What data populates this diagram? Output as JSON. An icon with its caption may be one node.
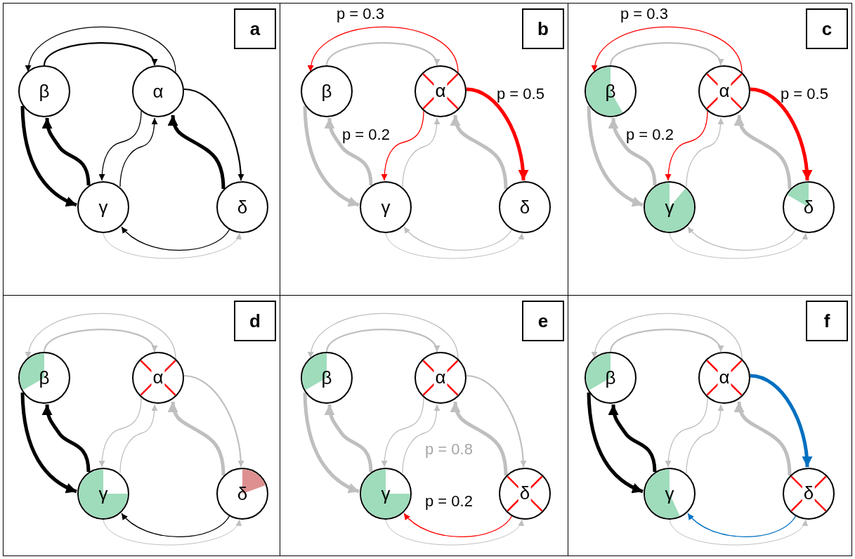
{
  "diagram": {
    "nodes": [
      {
        "text": [],
        "shape": "box"
      },
      {
        "text": [
          "a"
        ],
        "in": 0
      },
      {
        "text": [
          "β"
        ],
        "in": 0
      },
      {
        "text": [
          "α"
        ],
        "in": 0
      },
      {
        "text": [
          "γ"
        ],
        "in": 0
      },
      {
        "text": [
          "δ"
        ],
        "in": 0
      },
      {
        "text": [],
        "shape": "box"
      },
      {
        "text": [
          "b"
        ],
        "in": 6
      },
      {
        "text": [
          "β"
        ],
        "in": 6
      },
      {
        "text": [
          "α"
        ],
        "in": 6
      },
      {
        "text": [
          "γ"
        ],
        "in": 6
      },
      {
        "text": [
          "δ"
        ],
        "in": 6
      },
      {
        "text": [],
        "shape": "box"
      },
      {
        "text": [
          "c"
        ],
        "in": 12
      },
      {
        "text": [
          "β"
        ],
        "in": 12
      },
      {
        "text": [
          "α"
        ],
        "in": 12
      },
      {
        "text": [
          "γ"
        ],
        "in": 12
      },
      {
        "text": [
          "δ"
        ],
        "in": 12
      },
      {
        "text": [],
        "shape": "box"
      },
      {
        "text": [
          "d"
        ],
        "in": 18
      },
      {
        "text": [
          "β"
        ],
        "in": 18
      },
      {
        "text": [
          "α"
        ],
        "in": 18
      },
      {
        "text": [
          "γ"
        ],
        "in": 18
      },
      {
        "text": [
          "δ"
        ],
        "in": 18
      },
      {
        "text": [],
        "shape": "box"
      },
      {
        "text": [
          "e"
        ],
        "in": 24
      },
      {
        "text": [
          "β"
        ],
        "in": 24
      },
      {
        "text": [
          "α"
        ],
        "in": 24
      },
      {
        "text": [
          "γ"
        ],
        "in": 24
      },
      {
        "text": [
          "δ"
        ],
        "in": 24
      },
      {
        "text": [],
        "shape": "box"
      },
      {
        "text": [
          "f"
        ],
        "in": 30
      },
      {
        "text": [
          "β"
        ],
        "in": 30
      },
      {
        "text": [
          "α"
        ],
        "in": 30
      },
      {
        "text": [
          "γ"
        ],
        "in": 30
      },
      {
        "text": [
          "δ"
        ],
        "in": 30
      }
    ],
    "edges": [
      {
        "from": 2,
        "to": 3,
        "arrow": "to",
        "color": "#000000"
      },
      {
        "from": 3,
        "to": 2,
        "arrow": "to",
        "color": "#000000"
      },
      {
        "from": 2,
        "to": 4,
        "arrow": "to",
        "style": "thick",
        "color": "#000000"
      },
      {
        "from": 4,
        "to": 2,
        "arrow": "to",
        "style": "thick",
        "color": "#000000"
      },
      {
        "from": 3,
        "to": 4,
        "arrow": "to",
        "color": "#000000"
      },
      {
        "from": 4,
        "to": 3,
        "arrow": "to",
        "color": "#000000"
      },
      {
        "from": 3,
        "to": 5,
        "arrow": "to",
        "color": "#000000"
      },
      {
        "from": 5,
        "to": 3,
        "arrow": "to",
        "style": "thick",
        "color": "#000000"
      },
      {
        "from": 4,
        "to": 5,
        "arrow": "to"
      },
      {
        "from": 5,
        "to": 4,
        "arrow": "to",
        "color": "#000000"
      },
      {
        "from": 8,
        "to": 9,
        "arrow": "to"
      },
      {
        "from": 9,
        "to": 8,
        "arrow": "to",
        "label": "p = 0.3",
        "color": "#ff0000"
      },
      {
        "from": 8,
        "to": 10,
        "arrow": "to",
        "style": "thick"
      },
      {
        "from": 10,
        "to": 8,
        "arrow": "to",
        "style": "thick"
      },
      {
        "from": 9,
        "to": 10,
        "arrow": "to",
        "label": "p = 0.2",
        "color": "#ff0000"
      },
      {
        "from": 10,
        "to": 9,
        "arrow": "to"
      },
      {
        "from": 9,
        "to": 11,
        "arrow": "to",
        "label": "p = 0.5",
        "style": "thick",
        "color": "#ff0000"
      },
      {
        "from": 11,
        "to": 9,
        "arrow": "to",
        "style": "thick"
      },
      {
        "from": 10,
        "to": 11,
        "arrow": "to"
      },
      {
        "from": 11,
        "to": 10,
        "arrow": "to"
      },
      {
        "from": 14,
        "to": 15,
        "arrow": "to"
      },
      {
        "from": 15,
        "to": 14,
        "arrow": "to",
        "label": "p = 0.3",
        "color": "#ff0000"
      },
      {
        "from": 14,
        "to": 16,
        "arrow": "to",
        "style": "thick"
      },
      {
        "from": 16,
        "to": 14,
        "arrow": "to",
        "style": "thick"
      },
      {
        "from": 15,
        "to": 16,
        "arrow": "to",
        "label": "p = 0.2",
        "color": "#ff0000"
      },
      {
        "from": 16,
        "to": 15,
        "arrow": "to"
      },
      {
        "from": 15,
        "to": 17,
        "arrow": "to",
        "label": "p = 0.5",
        "style": "thick",
        "color": "#ff0000"
      },
      {
        "from": 17,
        "to": 15,
        "arrow": "to",
        "style": "thick"
      },
      {
        "from": 16,
        "to": 17,
        "arrow": "to"
      },
      {
        "from": 17,
        "to": 16,
        "arrow": "to"
      },
      {
        "from": 20,
        "to": 21,
        "arrow": "to"
      },
      {
        "from": 21,
        "to": 20,
        "arrow": "to"
      },
      {
        "from": 20,
        "to": 22,
        "arrow": "to",
        "style": "thick",
        "color": "#000000"
      },
      {
        "from": 22,
        "to": 20,
        "arrow": "to",
        "style": "thick",
        "color": "#000000"
      },
      {
        "from": 21,
        "to": 22,
        "arrow": "to"
      },
      {
        "from": 22,
        "to": 21,
        "arrow": "to"
      },
      {
        "from": 21,
        "to": 23,
        "arrow": "to"
      },
      {
        "from": 23,
        "to": 21,
        "arrow": "to",
        "style": "thick"
      },
      {
        "from": 22,
        "to": 23,
        "arrow": "to"
      },
      {
        "from": 23,
        "to": 22,
        "arrow": "to",
        "color": "#000000"
      },
      {
        "from": 26,
        "to": 27,
        "arrow": "to"
      },
      {
        "from": 27,
        "to": 26,
        "arrow": "to"
      },
      {
        "from": 26,
        "to": 28,
        "arrow": "to",
        "style": "thick"
      },
      {
        "from": 28,
        "to": 26,
        "arrow": "to",
        "style": "thick"
      },
      {
        "from": 27,
        "to": 28,
        "arrow": "to"
      },
      {
        "from": 28,
        "to": 27,
        "arrow": "to"
      },
      {
        "from": 27,
        "to": 29,
        "arrow": "to"
      },
      {
        "from": 29,
        "to": 27,
        "arrow": "to",
        "label": "p = 0.8",
        "style": "thick"
      },
      {
        "from": 28,
        "to": 29,
        "arrow": "to"
      },
      {
        "from": 29,
        "to": 28,
        "arrow": "to",
        "label": "p = 0.2",
        "color": "#ff0000"
      },
      {
        "from": 32,
        "to": 33,
        "arrow": "to"
      },
      {
        "from": 33,
        "to": 32,
        "arrow": "to"
      },
      {
        "from": 32,
        "to": 34,
        "arrow": "to",
        "style": "thick",
        "color": "#000000"
      },
      {
        "from": 34,
        "to": 32,
        "arrow": "to",
        "style": "thick",
        "color": "#000000"
      },
      {
        "from": 33,
        "to": 34,
        "arrow": "to"
      },
      {
        "from": 34,
        "to": 33,
        "arrow": "to"
      },
      {
        "from": 33,
        "to": 35,
        "arrow": "to",
        "style": "thick",
        "color": "#0070c0"
      },
      {
        "from": 35,
        "to": 33,
        "arrow": "to",
        "style": "thick"
      },
      {
        "from": 34,
        "to": 35,
        "arrow": "to"
      },
      {
        "from": 35,
        "to": 34,
        "arrow": "to",
        "color": "#0070c0"
      }
    ]
  }
}
